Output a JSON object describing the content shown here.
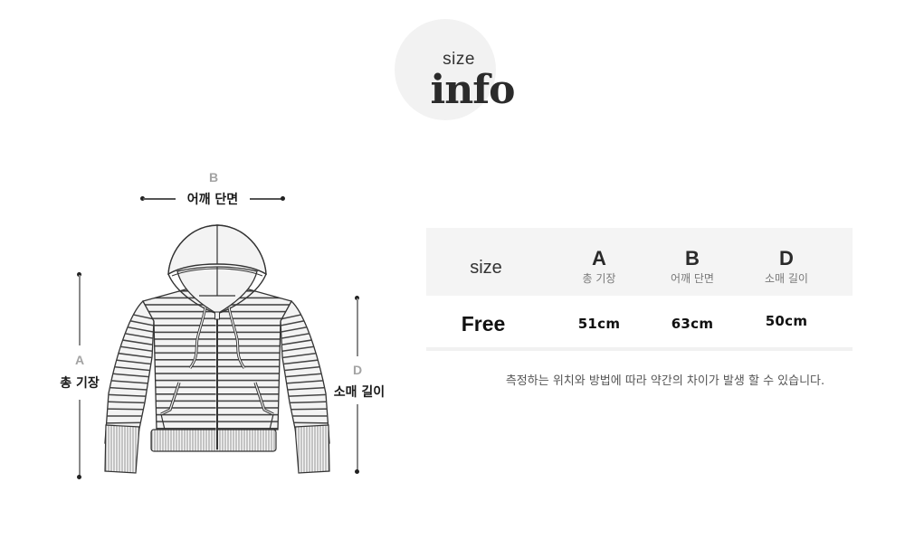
{
  "title": {
    "small": "size",
    "large": "info"
  },
  "diagram": {
    "shoulder": {
      "letter": "B",
      "label": "어깨 단면"
    },
    "total_length": {
      "letter": "A",
      "label": "총 기장"
    },
    "sleeve_length": {
      "letter": "D",
      "label": "소매 길이"
    },
    "garment_icon": "striped-zip-hoodie-icon"
  },
  "table": {
    "header": {
      "size_label": "size",
      "columns": [
        {
          "letter": "A",
          "label": "총 기장"
        },
        {
          "letter": "B",
          "label": "어깨 단면"
        },
        {
          "letter": "D",
          "label": "소매 길이"
        }
      ]
    },
    "rows": [
      {
        "size": "Free",
        "values": [
          "51cm",
          "63cm",
          "50cm"
        ]
      }
    ]
  },
  "note": "측정하는 위치와 방법에 따라 약간의 차이가 발생 할 수 있습니다.",
  "colors": {
    "circle_bg": "#f2f2f2",
    "table_header_bg": "#f4f4f4",
    "letter_gray": "#a3a3a3"
  }
}
